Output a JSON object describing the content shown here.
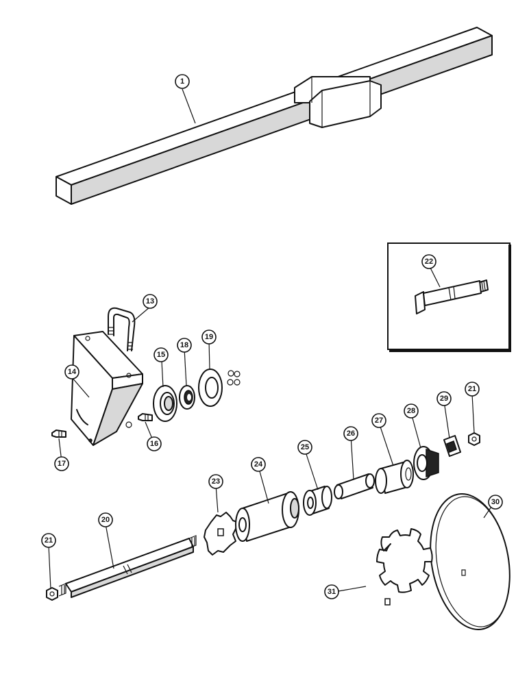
{
  "callouts": [
    {
      "id": "c1",
      "label": "1"
    },
    {
      "id": "c13",
      "label": "13"
    },
    {
      "id": "c14",
      "label": "14"
    },
    {
      "id": "c15",
      "label": "15"
    },
    {
      "id": "c16",
      "label": "16"
    },
    {
      "id": "c17",
      "label": "17"
    },
    {
      "id": "c18",
      "label": "18"
    },
    {
      "id": "c19",
      "label": "19"
    },
    {
      "id": "c20",
      "label": "20"
    },
    {
      "id": "c21a",
      "label": "21"
    },
    {
      "id": "c21b",
      "label": "21"
    },
    {
      "id": "c22",
      "label": "22"
    },
    {
      "id": "c23",
      "label": "23"
    },
    {
      "id": "c24",
      "label": "24"
    },
    {
      "id": "c25",
      "label": "25"
    },
    {
      "id": "c26",
      "label": "26"
    },
    {
      "id": "c27",
      "label": "27"
    },
    {
      "id": "c28",
      "label": "28"
    },
    {
      "id": "c29",
      "label": "29"
    },
    {
      "id": "c30",
      "label": "30"
    },
    {
      "id": "c31",
      "label": "31"
    }
  ]
}
